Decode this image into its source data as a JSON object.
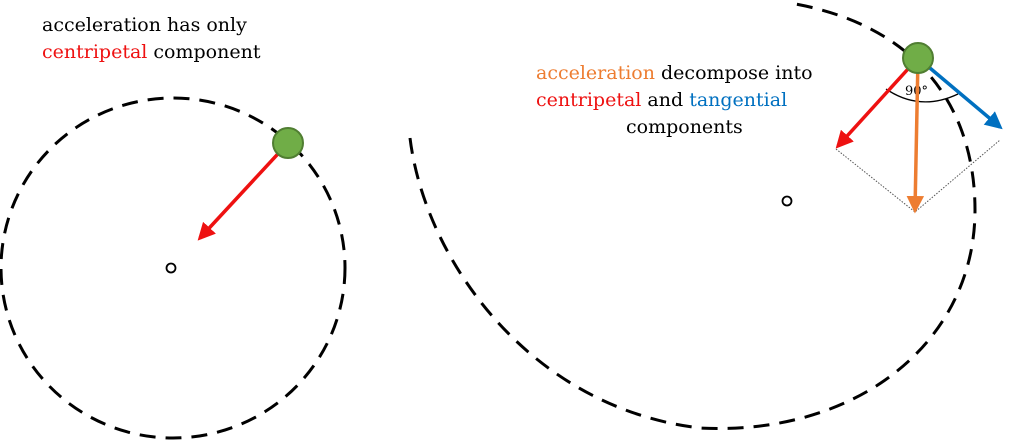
{
  "left_panel": {
    "caption_line1": "acceleration has only",
    "caption_word_centripetal": "centripetal",
    "caption_word_component": " component"
  },
  "right_panel": {
    "caption_word_acceleration": "acceleration",
    "caption_word_decompose": " decompose into",
    "caption_word_centripetal": "centripetal",
    "caption_word_and": " and ",
    "caption_word_tangential": "tangential",
    "caption_line3": "components",
    "angle_label": "90°"
  },
  "colors": {
    "centripetal": "#ee1111",
    "tangential": "#0070c0",
    "acceleration": "#ed7d31",
    "particle_fill": "#70ad47",
    "particle_stroke": "#507e32",
    "path": "#000000"
  },
  "icons": {
    "particle": "green-ball-icon",
    "center": "center-point-icon"
  }
}
